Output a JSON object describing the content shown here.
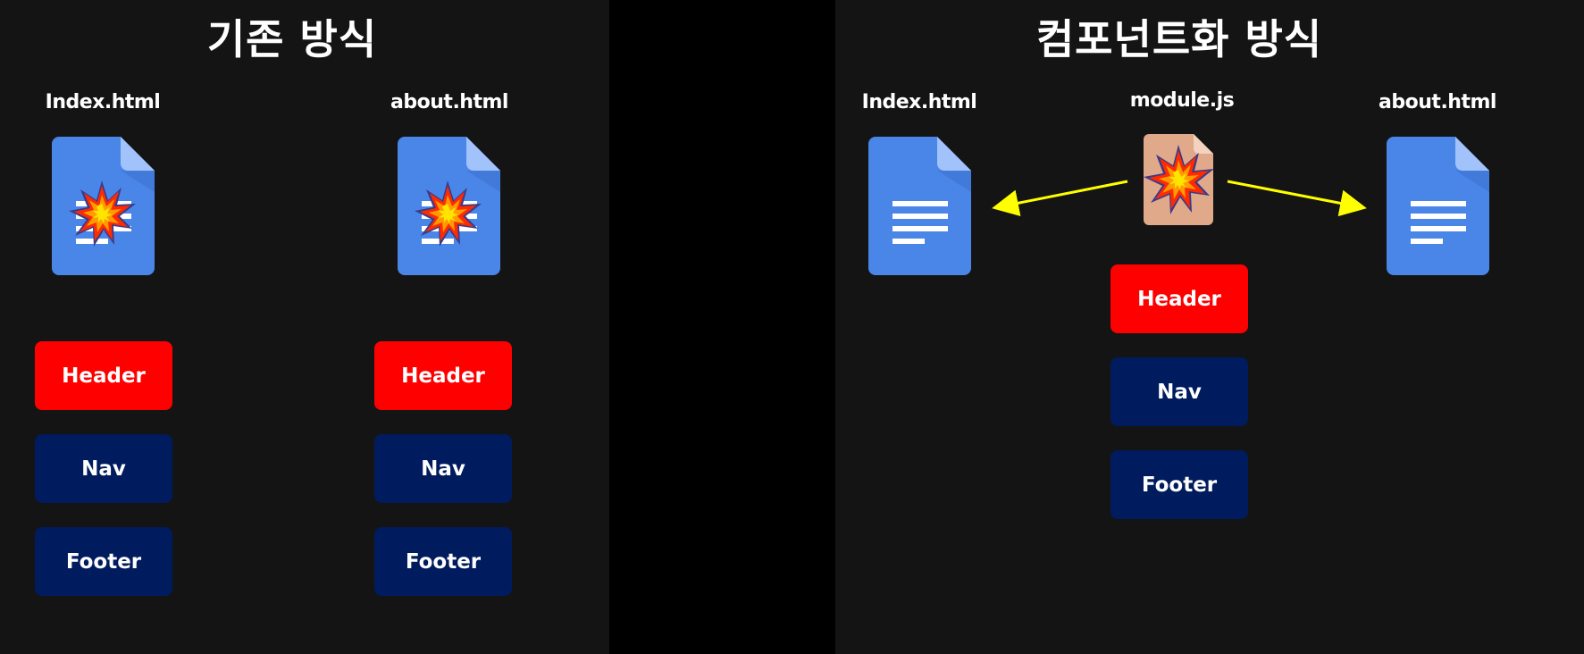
{
  "left": {
    "title": "기존 방식",
    "files": [
      {
        "label": "Index.html",
        "blocks": [
          "Header",
          "Nav",
          "Footer"
        ]
      },
      {
        "label": "about.html",
        "blocks": [
          "Header",
          "Nav",
          "Footer"
        ]
      }
    ]
  },
  "right": {
    "title": "컴포넌트화 방식",
    "index_label": "Index.html",
    "module_label": "module.js",
    "about_label": "about.html",
    "module_blocks": [
      "Header",
      "Nav",
      "Footer"
    ]
  },
  "colors": {
    "header": "#ff0000",
    "navy": "#001b5e",
    "doc_blue": "#4a86e8",
    "arrow": "#ffff00",
    "module_file": "#e0a98a"
  },
  "icons": {
    "doc": "document-icon",
    "explosion": "explosion-icon",
    "module_file": "module-file-icon"
  }
}
